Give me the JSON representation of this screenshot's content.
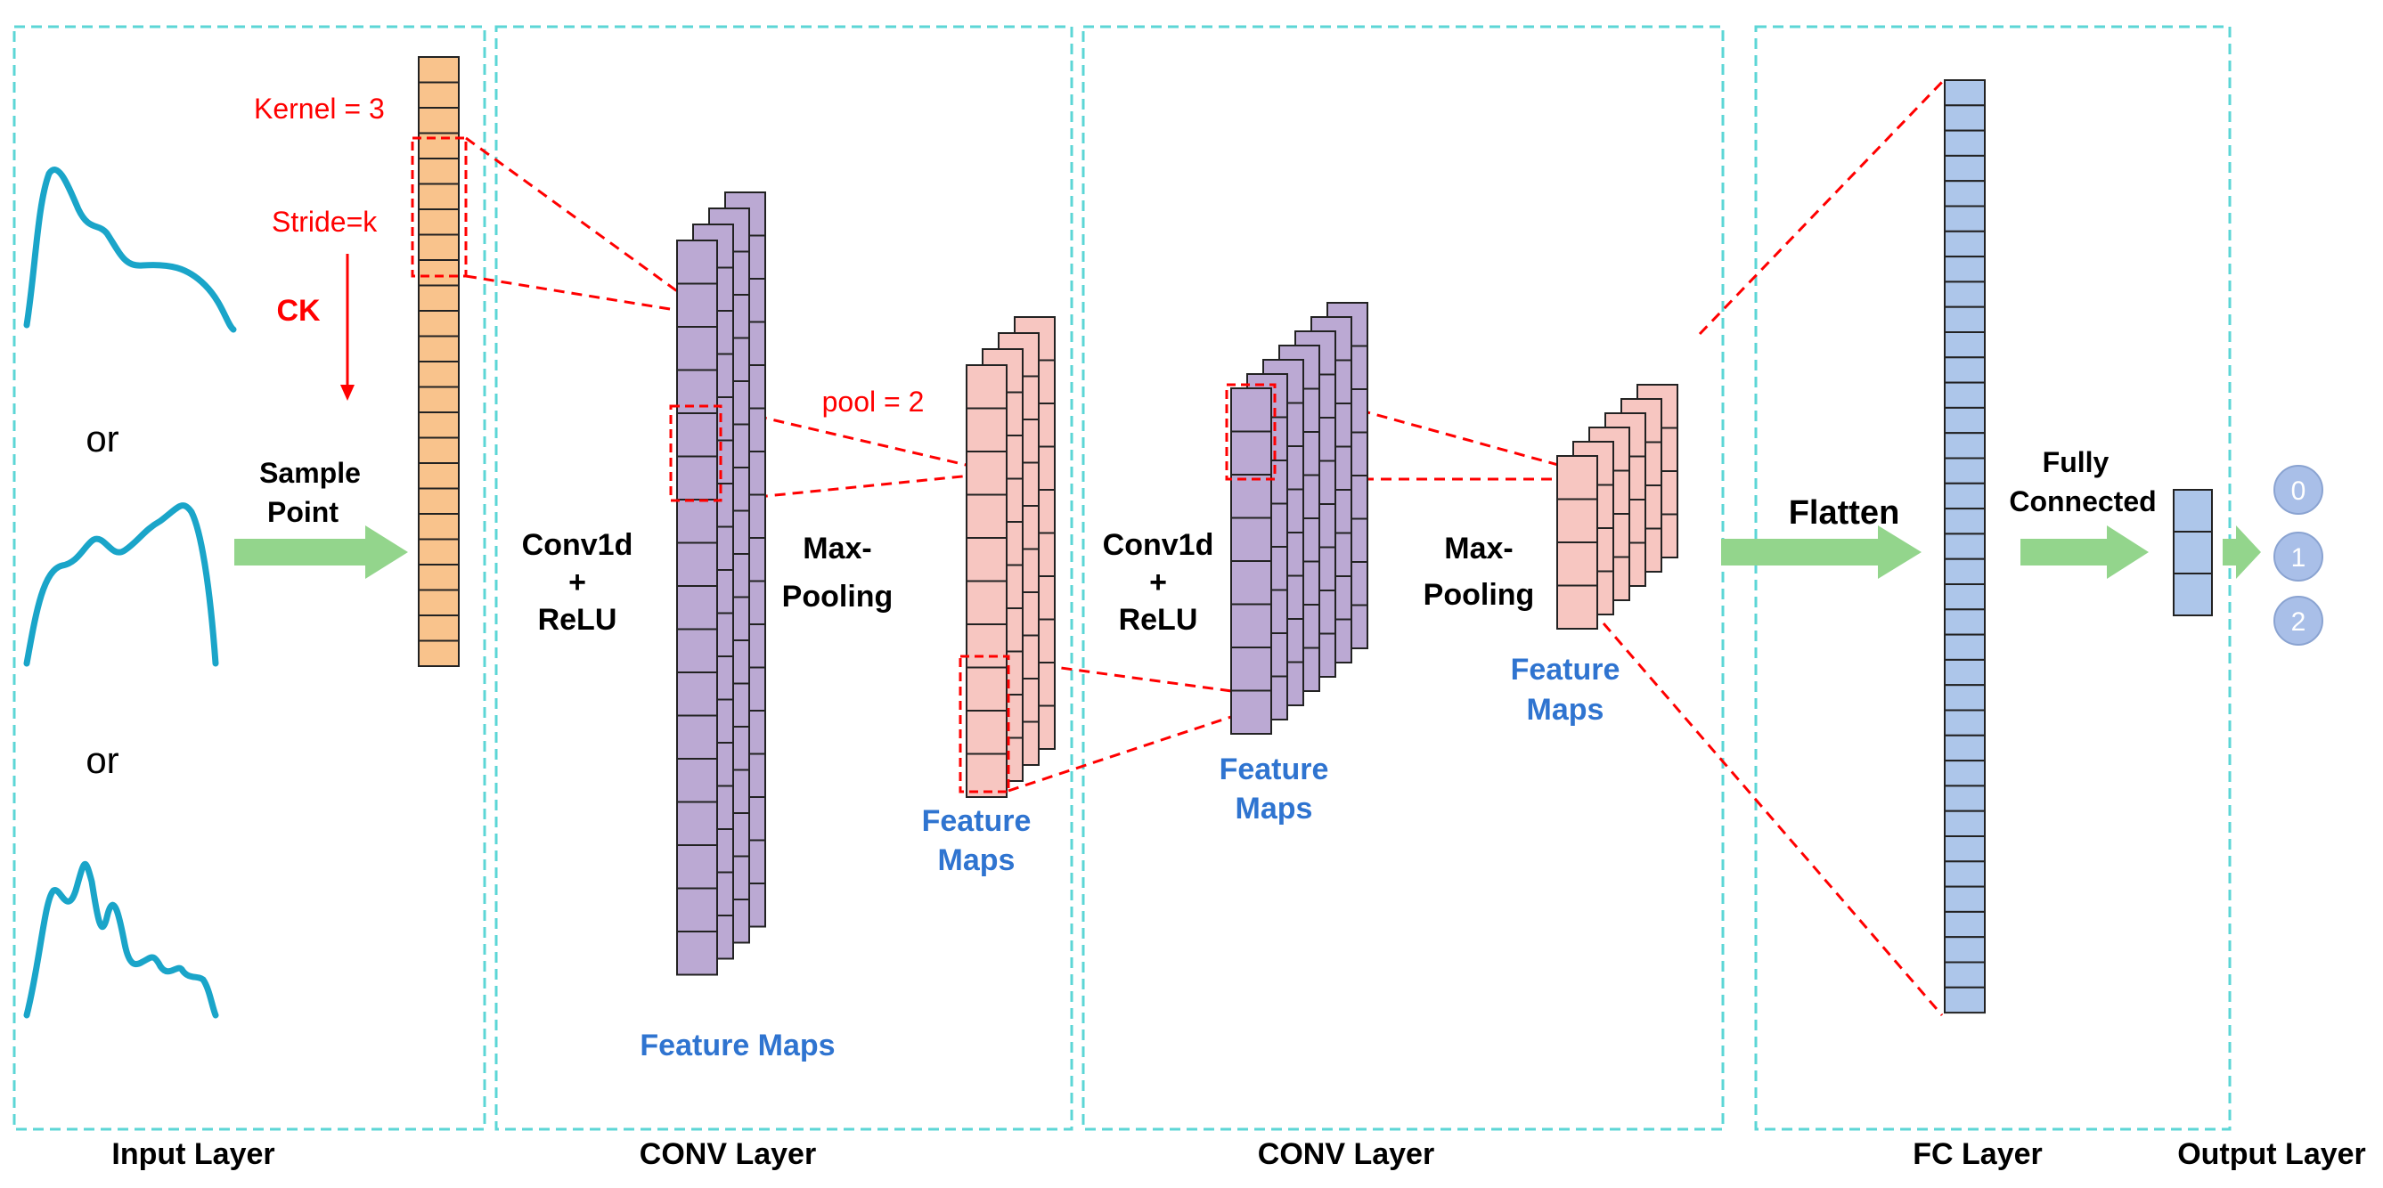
{
  "sections": {
    "input": "Input Layer",
    "conv1": "CONV Layer",
    "conv2": "CONV Layer",
    "fc": "FC Layer",
    "output": "Output Layer"
  },
  "input_panel": {
    "or_1": "or",
    "or_2": "or",
    "kernel": "Kernel = 3",
    "stride": "Stride=k",
    "ck": "CK",
    "sample_1": "Sample",
    "sample_2": "Point"
  },
  "conv1_panel": {
    "op_1": "Conv1d",
    "op_2": "+",
    "op_3": "ReLU",
    "feature_maps": "Feature Maps",
    "pool_label": "pool = 2",
    "pool_1": "Max-",
    "pool_2": "Pooling",
    "pooled_maps_1": "Feature",
    "pooled_maps_2": "Maps"
  },
  "conv2_panel": {
    "op_1": "Conv1d",
    "op_2": "+",
    "op_3": "ReLU",
    "feature_maps_1": "Feature",
    "feature_maps_2": "Maps",
    "pool_1": "Max-",
    "pool_2": "Pooling",
    "pooled_maps_1": "Feature",
    "pooled_maps_2": "Maps"
  },
  "fc_panel": {
    "flatten": "Flatten",
    "fc_1": "Fully",
    "fc_2": "Connected"
  },
  "outputs": [
    "0",
    "1",
    "2"
  ],
  "colors": {
    "dashed_frame": "#5CD6D6",
    "input_cells": "#F9C38C",
    "conv_cells": "#BBA9D3",
    "pool_cells": "#F7C6C1",
    "fc_cells": "#ADC6EA",
    "arrow": "#93D58C",
    "signal": "#1AA5C9",
    "highlight": "#FF0000",
    "label_blue": "#2F74D0",
    "output_node": "#A9BFE8"
  }
}
